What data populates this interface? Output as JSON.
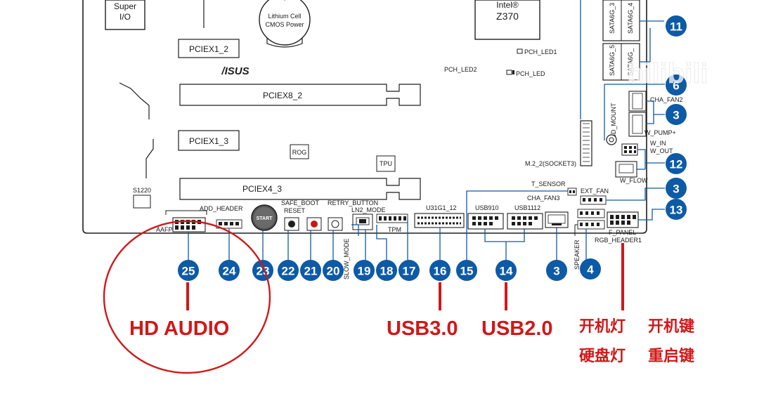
{
  "components": {
    "super_io": [
      "Super",
      "I/O"
    ],
    "battery": [
      "Lithium Cell",
      "CMOS Power"
    ],
    "chipset": [
      "Intel®",
      "Z370"
    ],
    "pciex1_2": "PCIEX1_2",
    "pciex8_2": "PCIEX8_2",
    "pciex1_3": "PCIEX1_3",
    "pciex4_3": "PCIEX4_3",
    "asus_logo": "/ISUS",
    "rog": "ROG",
    "tpu": "TPU",
    "s1220": "S1220",
    "pch_led1": "PCH_LED1",
    "pch_led2": "PCH_LED2",
    "pch_led_b": "PCH_LED",
    "sata_top": [
      "SATA6G_3",
      "SATA6G_4"
    ],
    "sata_mid": [
      "SATA6G_5",
      "SATA6G_"
    ],
    "m2": "M.2_2(SOCKET3)",
    "io_mount": "3D_MOUNT",
    "cha_fan2": "CHA_FAN2",
    "w_pump": "W_PUMP+",
    "w_in": "W_IN",
    "w_out": "W_OUT",
    "w_flow": "W_FLOW",
    "t_sensor": "T_SENSOR",
    "ext_fan": "EXT_FAN",
    "cha_fan3": "CHA_FAN3",
    "f_panel": "F_PANEL",
    "rgb_header": "RGB_HEADER1",
    "speaker": "SPEAKER",
    "aafp": "AAFP",
    "add_header": "ADD_HEADER",
    "start": "START",
    "safe_boot": "SAFE_BOOT",
    "reset": "RESET",
    "retry_button": "RETRY_BUTTON",
    "ln2_mode": "LN2_MODE",
    "slow_mode": "SLOW_MODE",
    "tpm": "TPM",
    "u31g1_12": "U31G1_12",
    "usb910": "USB910",
    "usb1112": "USB1112"
  },
  "callouts": {
    "c11": "11",
    "c6": "6",
    "c3a": "3",
    "c12": "12",
    "c3b": "3",
    "c13": "13",
    "c25": "25",
    "c24": "24",
    "c23": "23",
    "c22": "22",
    "c21": "21",
    "c20": "20",
    "c19": "19",
    "c18": "18",
    "c17": "17",
    "c16": "16",
    "c15": "15",
    "c14": "14",
    "c3c": "3",
    "c4": "4"
  },
  "annotations": {
    "hd_audio": "HD AUDIO",
    "usb30": "USB3.0",
    "usb20": "USB2.0",
    "power_led": "开机灯",
    "power_key": "开机键",
    "hdd_led": "硬盘灯",
    "reset_key": "重启键"
  },
  "watermark": "bilibili",
  "colors": {
    "callout": "#0d5aa7",
    "annotation": "#d01818",
    "line": "#1e1e1e"
  }
}
